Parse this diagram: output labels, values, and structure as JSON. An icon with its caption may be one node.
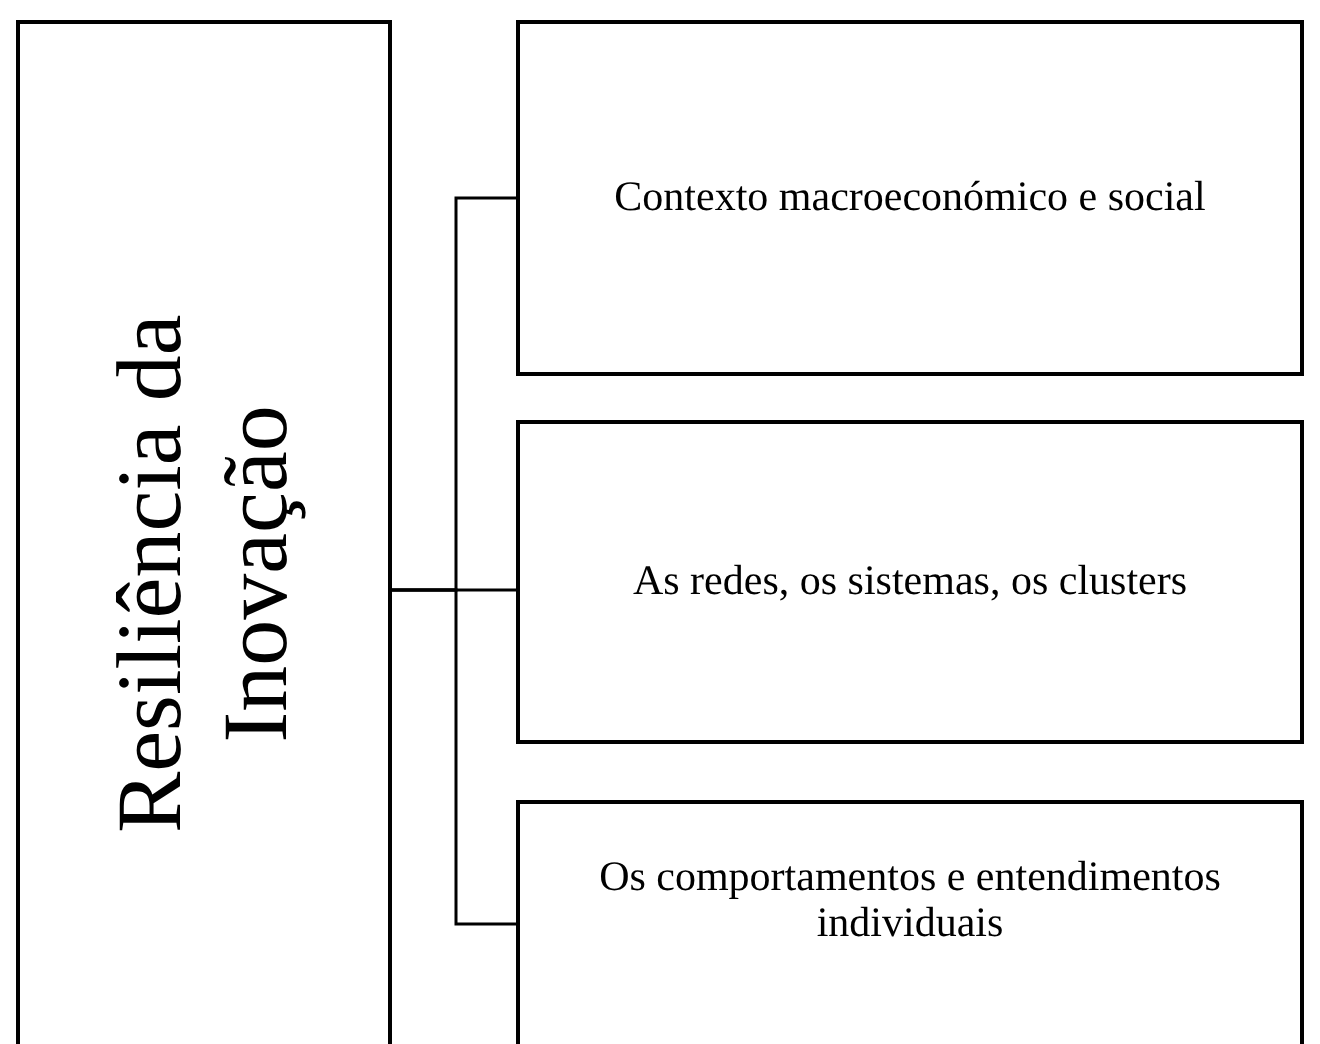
{
  "diagram": {
    "nodes": [
      {
        "text": [
          "Resiliência da Inovação"
        ]
      },
      {
        "text": [
          "Contexto macroeconómico e social"
        ]
      },
      {
        "text": [
          "As redes, os sistemas, os clusters"
        ]
      },
      {
        "text": [
          "Os comportamentos e entendimentos individuais"
        ]
      }
    ],
    "edges": [
      {
        "from": 0,
        "to": 1,
        "arrow": "none"
      },
      {
        "from": 0,
        "to": 2,
        "arrow": "none"
      },
      {
        "from": 0,
        "to": 3,
        "arrow": "none"
      }
    ]
  }
}
